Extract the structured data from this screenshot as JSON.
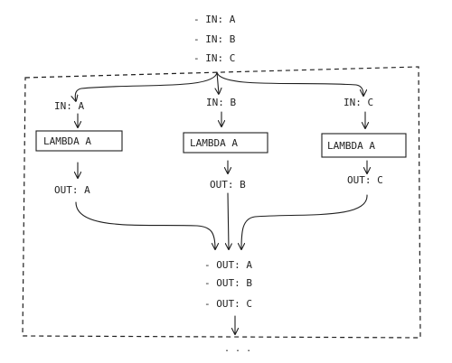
{
  "inputs": [
    "- IN: A",
    "- IN: B",
    "- IN: C"
  ],
  "branches": [
    {
      "input": "IN: A",
      "lambda": "LAMBDA  A",
      "output": "OUT: A"
    },
    {
      "input": "IN: B",
      "lambda": "LAMBDA  A",
      "output": "OUT: B"
    },
    {
      "input": "IN: C",
      "lambda": "LAMBDA  A",
      "output": "OUT: C"
    }
  ],
  "outputs": [
    "- OUT: A",
    "- OUT: B",
    "- OUT: C"
  ],
  "continuation": ". . ."
}
